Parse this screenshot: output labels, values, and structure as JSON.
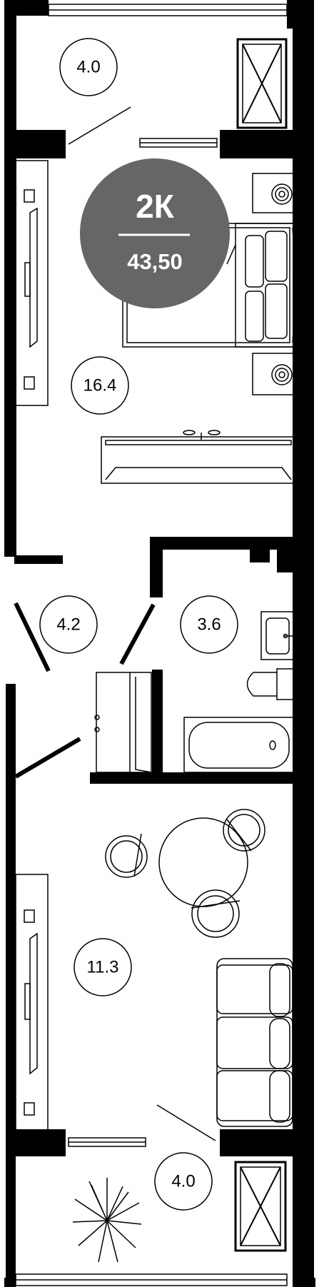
{
  "apartment": {
    "type": "2К",
    "total_area": "43,50",
    "badge_color": "#666666"
  },
  "rooms": {
    "balcony_top": "4.0",
    "bedroom": "16.4",
    "hallway": "4.2",
    "bathroom": "3.6",
    "living_kitchen": "11.3",
    "balcony_bottom": "4.0"
  },
  "colors": {
    "wall": "#000000",
    "line": "#000000",
    "background": "#ffffff"
  },
  "icons": [
    "ventilation-shaft-icon",
    "radiator-icon",
    "double-bed-icon",
    "nightstand-icon",
    "wardrobe-icon",
    "sink-icon",
    "toilet-icon",
    "bathtub-icon",
    "round-table-icon",
    "chair-icon",
    "sofa-icon",
    "plant-icon",
    "window-icon"
  ]
}
